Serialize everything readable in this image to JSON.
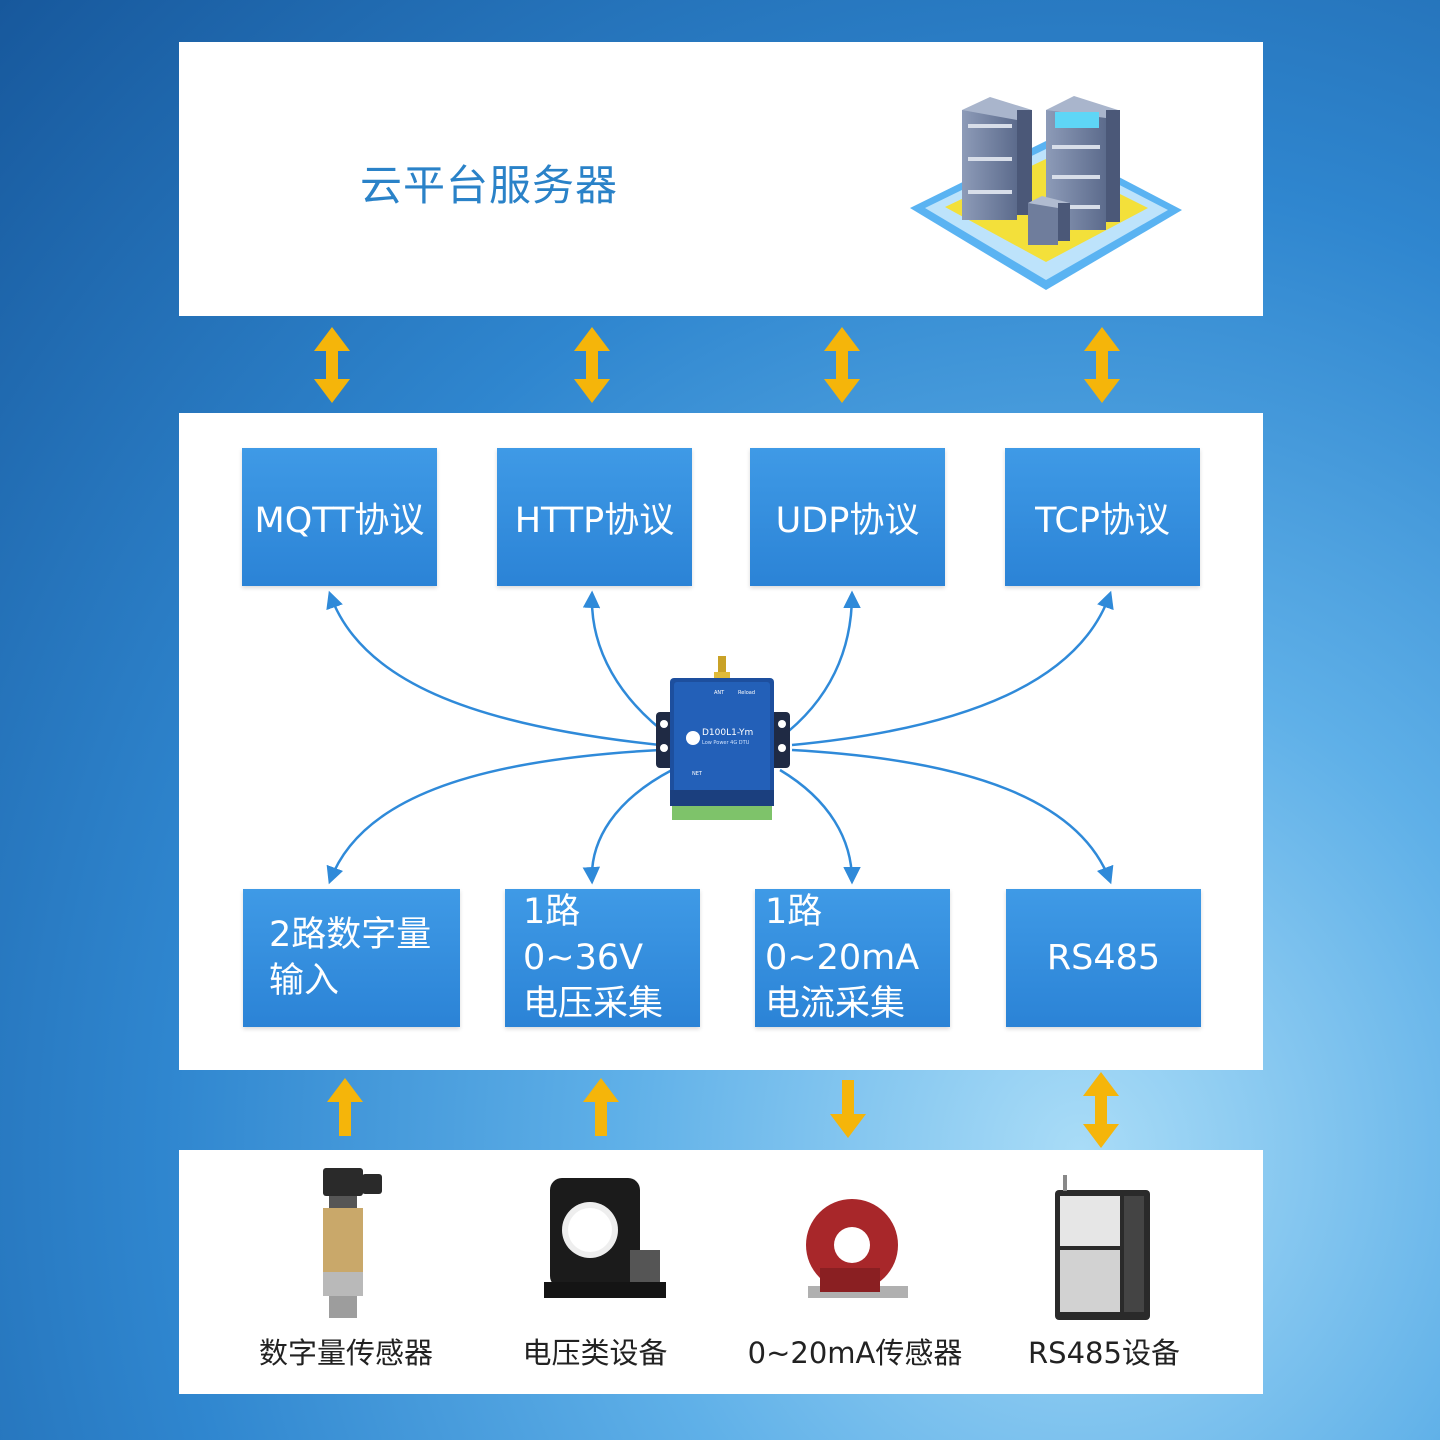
{
  "cloud": {
    "title": "云平台服务器",
    "icon": "server-rack-icon"
  },
  "protocols": [
    {
      "label": "MQTT协议"
    },
    {
      "label": "HTTP协议"
    },
    {
      "label": "UDP协议"
    },
    {
      "label": "TCP协议"
    }
  ],
  "dtu": {
    "model": "D100L1-Ym",
    "subtitle": "Low Power 4G DTU",
    "ant_label": "ANT",
    "reload_label": "Reload",
    "net_label": "NET"
  },
  "inputs": [
    {
      "line1": "2路数字量",
      "line2": "输入"
    },
    {
      "line1": "1路0~36V",
      "line2": "电压采集"
    },
    {
      "line1": "1路0~20mA",
      "line2": "电流采集"
    },
    {
      "line1": "RS485",
      "line2": ""
    }
  ],
  "devices": [
    {
      "label": "数字量传感器",
      "icon": "pressure-sensor-icon"
    },
    {
      "label": "电压类设备",
      "icon": "voltage-transformer-icon"
    },
    {
      "label": "0~20mA传感器",
      "icon": "current-transformer-icon"
    },
    {
      "label": "RS485设备",
      "icon": "rs485-cabinet-icon"
    }
  ],
  "colors": {
    "accent": "#2b83d6",
    "arrow": "#f5b50a",
    "line": "#2f8ad9"
  }
}
